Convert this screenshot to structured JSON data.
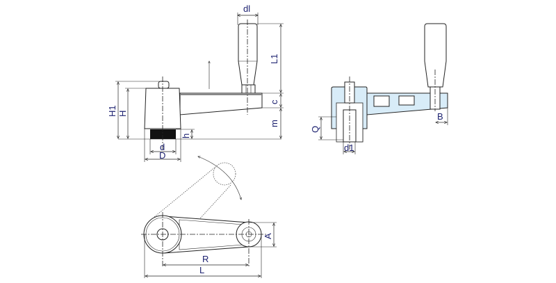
{
  "labels": {
    "dl": "dl",
    "L1": "L1",
    "c": "c",
    "m": "m",
    "H1": "H1",
    "H": "H",
    "h": "h",
    "d": "d",
    "D": "D",
    "Q": "Q",
    "d1": "d1",
    "B": "B",
    "A": "A",
    "R": "R",
    "L": "L"
  },
  "colors": {
    "section_fill": "#d8ecf8",
    "label": "#1a1f6e"
  }
}
